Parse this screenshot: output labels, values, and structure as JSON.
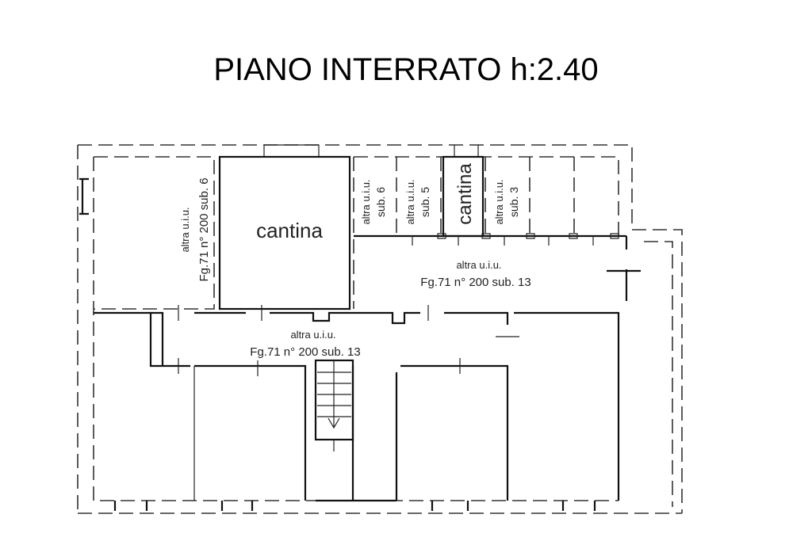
{
  "title": "PIANO INTERRATO  h:2.40",
  "rooms": {
    "left_upper": {
      "line1": "altra u.i.u.",
      "line2": "Fg.71 n° 200 sub. 6"
    },
    "cantina_main": "cantina",
    "cell_sub6": {
      "line1": "altra u.i.u.",
      "line2": "sub. 6"
    },
    "cell_sub5": {
      "line1": "altra u.i.u.",
      "line2": "sub. 5"
    },
    "cantina_small": "cantina",
    "cell_sub3": {
      "line1": "altra u.i.u.",
      "line2": "sub. 3"
    },
    "upper_corridor": {
      "line1": "altra u.i.u.",
      "line2": "Fg.71 n° 200 sub. 13"
    },
    "lower_corridor": {
      "line1": "altra u.i.u.",
      "line2": "Fg.71 n° 200 sub. 13"
    }
  }
}
